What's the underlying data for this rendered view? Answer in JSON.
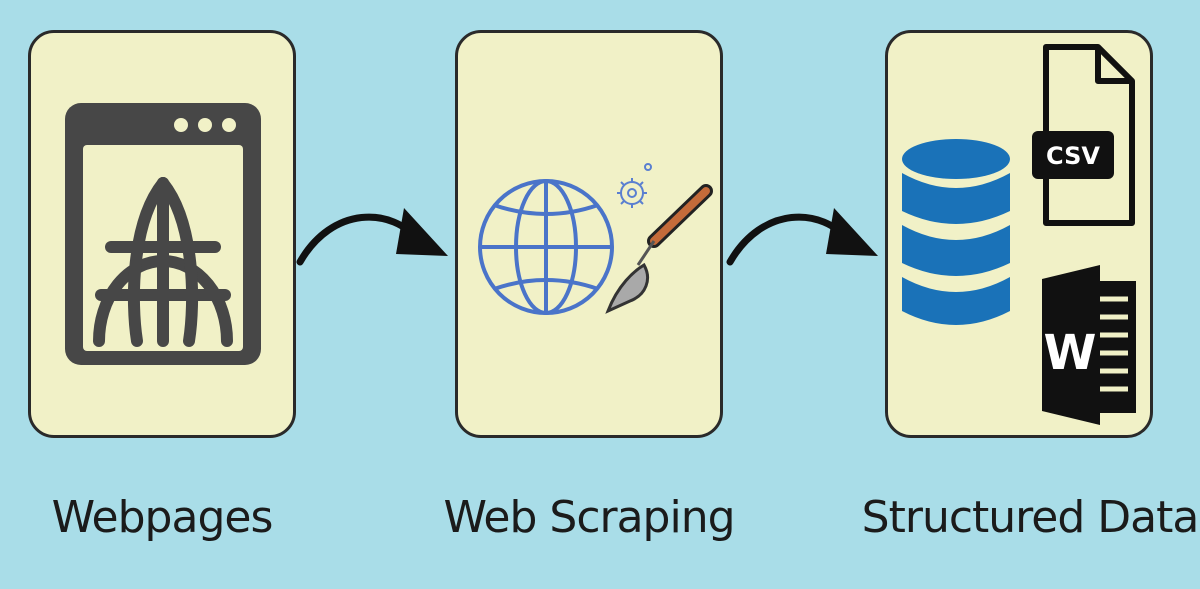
{
  "stages": [
    {
      "label": "Webpages",
      "icon": "browser-globe-icon"
    },
    {
      "label": "Web Scraping",
      "icon": "globe-trowel-icon"
    },
    {
      "label": "Structured Data",
      "icon": "database-csv-word-icon"
    }
  ],
  "badges": {
    "csv": "CSV",
    "word": "W"
  },
  "colors": {
    "background": "#a9dde8",
    "box_fill": "#f1f1c7",
    "icon_dark": "#474747",
    "globe_blue": "#4a74c9",
    "database_blue": "#1a72b8"
  }
}
